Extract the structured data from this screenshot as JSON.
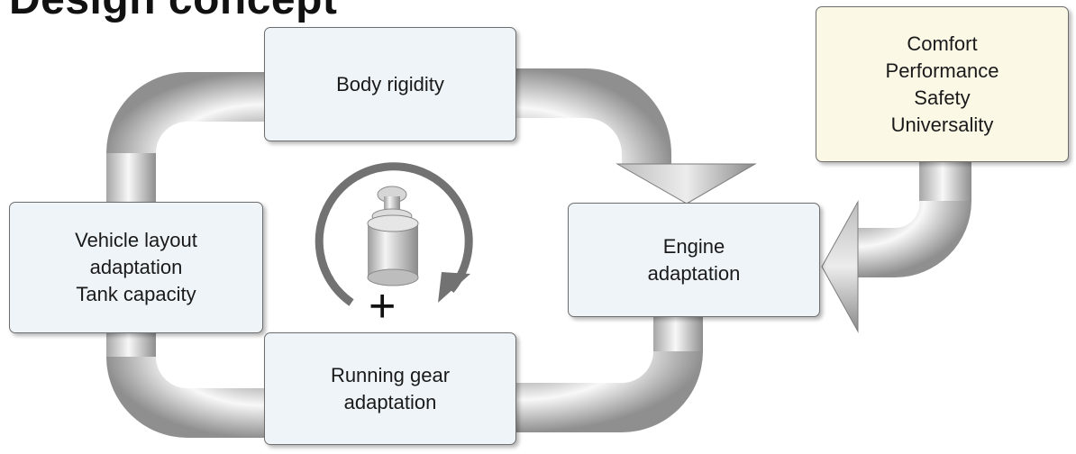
{
  "page": {
    "title": "Design concept"
  },
  "boxes": {
    "body_rigidity": {
      "lines": [
        "Body rigidity"
      ]
    },
    "vehicle_layout": {
      "lines": [
        "Vehicle layout",
        "adaptation",
        "Tank capacity"
      ]
    },
    "engine": {
      "lines": [
        "Engine",
        "adaptation"
      ]
    },
    "running_gear": {
      "lines": [
        "Running gear",
        "adaptation"
      ]
    },
    "goals": {
      "lines": [
        "Comfort",
        "Performance",
        "Safety",
        "Universality"
      ]
    }
  },
  "center": {
    "plus_symbol": "+",
    "weight_icon": "weight-icon",
    "cycle_arrow_icon": "circular-arrow-icon"
  },
  "colors": {
    "box_fill": "#eef4f8",
    "goals_fill": "#fbf8e6",
    "pipe_light": "#f7f7f7",
    "pipe_dark": "#9a9a9a",
    "arrow_dark": "#6f6f6f"
  }
}
